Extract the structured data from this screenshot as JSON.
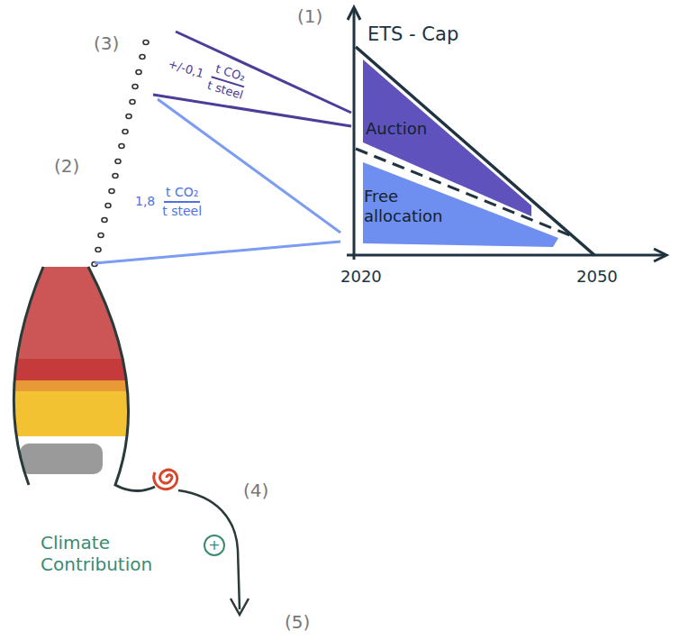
{
  "diagram": {
    "nodes": [
      {
        "text": [
          "Auction"
        ]
      },
      {
        "text": [
          "Free allocation"
        ]
      }
    ],
    "labels": [
      "(1)",
      "ETS - Cap",
      "2020",
      "2050",
      "(3)",
      "+/-0,1",
      "t CO₂",
      "t steel",
      "(2)",
      "1,8",
      "t CO₂",
      "t steel",
      "(4)",
      "+",
      "Climate Contribution",
      "(5)"
    ]
  }
}
